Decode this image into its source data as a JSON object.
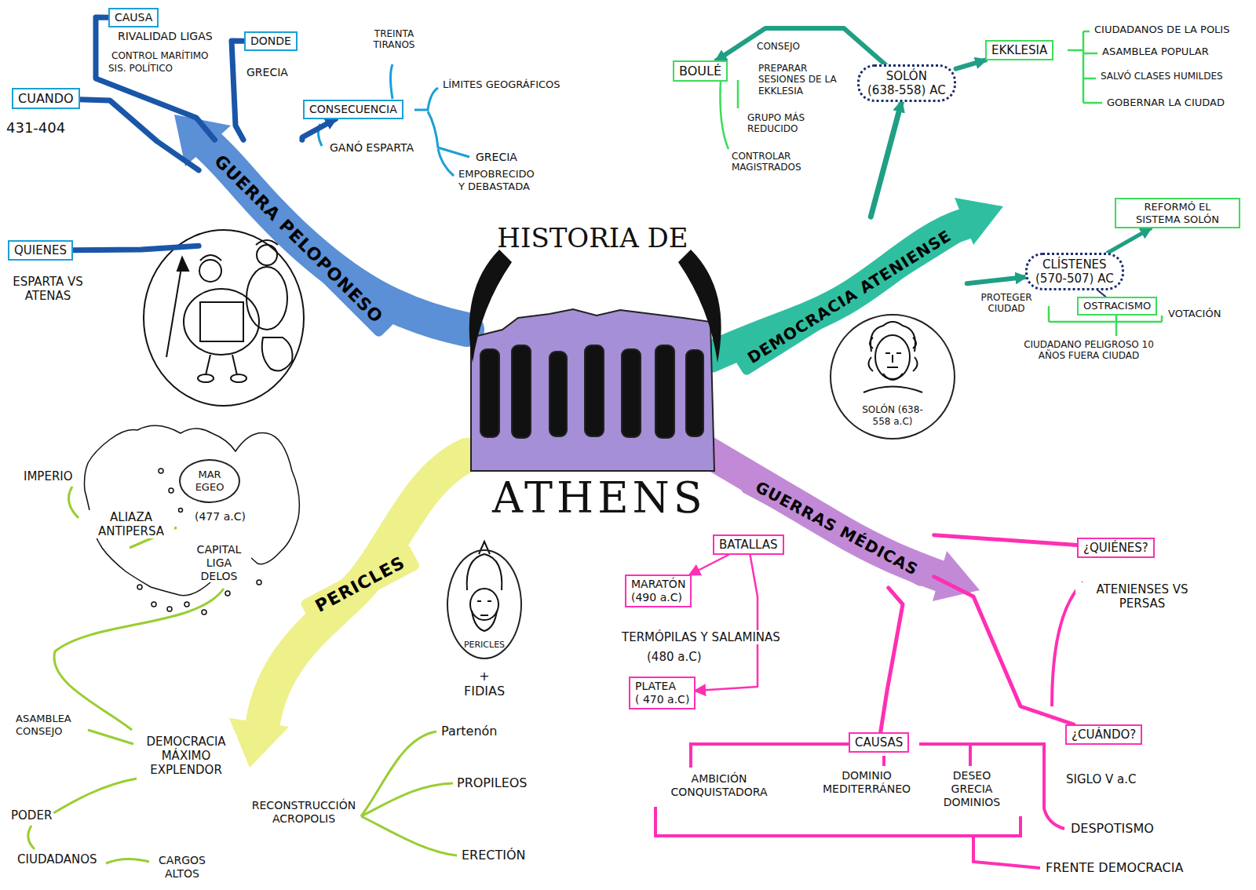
{
  "diagram": {
    "title": "HISTORIA DE",
    "nodes": [
      {
        "text": [
          "GUERRA PELOPONESO"
        ]
      },
      {
        "text": [
          "CAUSA"
        ]
      },
      {
        "text": [
          "DONDE"
        ]
      },
      {
        "text": [
          "CUANDO"
        ]
      },
      {
        "text": [
          "CONSECUENCIA"
        ]
      },
      {
        "text": [
          "QUIENES"
        ]
      },
      {
        "text": [
          "DEMOCRACIA ATENIENSE"
        ]
      },
      {
        "text": [
          "SOLÓN",
          "(638-558) AC"
        ]
      },
      {
        "text": [
          "BOULÉ"
        ]
      },
      {
        "text": [
          "EKKLESIA"
        ]
      },
      {
        "text": [
          "CLÍSTENES",
          "(570-507) AC"
        ]
      },
      {
        "text": [
          "OSTRACISMO"
        ]
      },
      {
        "text": [
          "REFORMÓ EL SISTEMA SOLÓN"
        ]
      },
      {
        "text": [
          "GUERRAS MÉDICAS"
        ]
      },
      {
        "text": [
          "BATALLAS"
        ]
      },
      {
        "text": [
          "MARATÓN",
          "(490 a.C)"
        ]
      },
      {
        "text": [
          "PLATEA",
          "( 470 a.C)"
        ]
      },
      {
        "text": [
          "¿QUIÉNES?"
        ]
      },
      {
        "text": [
          "¿CUÁNDO?"
        ]
      },
      {
        "text": [
          "CAUSAS"
        ]
      },
      {
        "text": [
          "PERICLES"
        ]
      },
      {
        "text": [
          "SOLÓN (638- 558 a.C)"
        ]
      },
      {
        "text": [
          "PERICLES"
        ]
      },
      {
        "text": [
          "MAR EGEO"
        ]
      }
    ],
    "edges": [
      {
        "from": 0,
        "to": 1,
        "arrow": "none"
      },
      {
        "from": 0,
        "to": 2,
        "arrow": "none"
      },
      {
        "from": 0,
        "to": 3,
        "arrow": "none"
      },
      {
        "from": 0,
        "to": 5,
        "arrow": "none"
      },
      {
        "from": 0,
        "to": 4,
        "arrow": "to"
      },
      {
        "from": 6,
        "to": 7,
        "arrow": "to"
      },
      {
        "from": 6,
        "to": 10,
        "arrow": "to"
      },
      {
        "from": 7,
        "to": 8,
        "arrow": "to"
      },
      {
        "from": 7,
        "to": 9,
        "arrow": "to"
      },
      {
        "from": 10,
        "to": 12,
        "arrow": "to"
      },
      {
        "from": 10,
        "to": 11,
        "arrow": "none"
      },
      {
        "from": 14,
        "to": 15,
        "arrow": "to"
      },
      {
        "from": 14,
        "to": 16,
        "arrow": "to"
      },
      {
        "from": 13,
        "to": 17,
        "arrow": "none"
      },
      {
        "from": 13,
        "to": 18,
        "arrow": "none"
      },
      {
        "from": 13,
        "to": 19,
        "arrow": "none"
      }
    ],
    "labels": [
      "RIVALIDAD LIGAS",
      "CONTROL MARÍTIMO",
      "SIS. POLÍTICO",
      "GRECIA",
      "431-404",
      "TREINTA TIRANOS",
      "LÍMITES GEOGRÁFICOS",
      "GANÓ ESPARTA",
      "GRECIA",
      "EMPOBRECIDO Y DEBASTADA",
      "ESPARTA VS ATENAS",
      "CONSEJO",
      "PREPARAR SESIONES DE LA EKKLESIA",
      "GRUPO MÁS REDUCIDO",
      "CONTROLAR MAGISTRADOS",
      "CIUDADANOS DE LA POLIS",
      "ASAMBLEA POPULAR",
      "SALVÓ CLASES HUMILDES",
      "GOBERNAR LA CIUDAD",
      "PROTEGER CIUDAD",
      "VOTACIÓN",
      "CIUDADANO PELIGROSO 10 AÑOS FUERA CIUDAD",
      "IMPERIO",
      "ALIAZA ANTIPERSA",
      "(477 a.C)",
      "CAPITAL LIGA DELOS",
      "+ FIDIAS",
      "ASAMBLEA CONSEJO",
      "DEMOCRACIA MÁXIMO EXPLENDOR",
      "PODER",
      "CIUDADANOS",
      "CARGOS ALTOS",
      "RECONSTRUCCIÓN ACROPOLIS",
      "Partenón",
      "PROPILEOS",
      "ERECTIÓN",
      "TERMÓPILAS Y SALAMINAS",
      "(480 a.C)",
      "ATENIENSES VS PERSAS",
      "SIGLO V a.C",
      "AMBICIÓN CONQUISTADORA",
      "DOMINIO MEDITERRÁNEO",
      "DESEO GRECIA DOMINIOS",
      "DESPOTISMO",
      "FRENTE DEMOCRACIA",
      "ATHENS"
    ]
  }
}
